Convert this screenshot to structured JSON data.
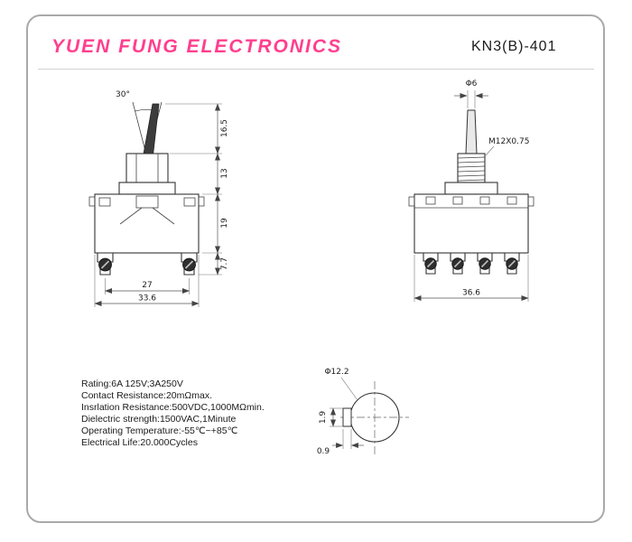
{
  "header": {
    "brand": "YUEN FUNG ELECTRONICS",
    "part_number": "KN3(B)-401",
    "brand_color": "#ff3f8e"
  },
  "front_view": {
    "angle": "30°",
    "dims": {
      "lever_height": "16.5",
      "bushing_height": "13",
      "body_height": "19",
      "terminal_height": "7.7",
      "terminal_spacing": "27",
      "body_width": "33.6"
    }
  },
  "side_view": {
    "lever_diameter": "Φ6",
    "thread": "M12X0.75",
    "body_width": "36.6"
  },
  "mounting_hole": {
    "diameter": "Φ12.2",
    "keyway_width": "1.9",
    "keyway_depth": "0.9"
  },
  "specs": {
    "lines": [
      "Rating:6A 125V;3A250V",
      "Contact Resistance:20mΩmax.",
      "Insrlation Resistance:500VDC,1000MΩmin.",
      "Dielectric strength:1500VAC,1Minute",
      "Operating Temperature:-55℃~+85℃",
      "Electrical Life:20.000Cycles"
    ]
  }
}
